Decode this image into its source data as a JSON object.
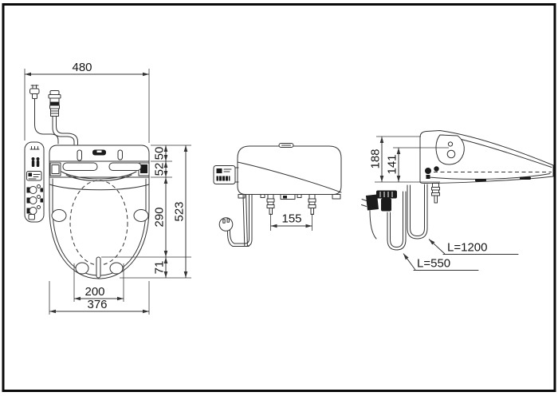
{
  "colors": {
    "border": "#0a0a0a",
    "line": "#343434",
    "background": "#ffffff"
  },
  "views": {
    "top": {
      "dimensions": {
        "overall_width": "480",
        "tank_depth": "50",
        "hinge_depth": "52",
        "opening_depth": "290",
        "front_offset": "71",
        "overall_depth": "523",
        "slot_spacing": "200",
        "seat_width": "376"
      }
    },
    "front": {
      "dimensions": {
        "connector_spacing": "155"
      }
    },
    "side": {
      "dimensions": {
        "overall_height": "188",
        "hinge_height": "141"
      },
      "labels": {
        "water_hose_length": "L=1200",
        "power_cord_length": "L=550"
      }
    }
  }
}
